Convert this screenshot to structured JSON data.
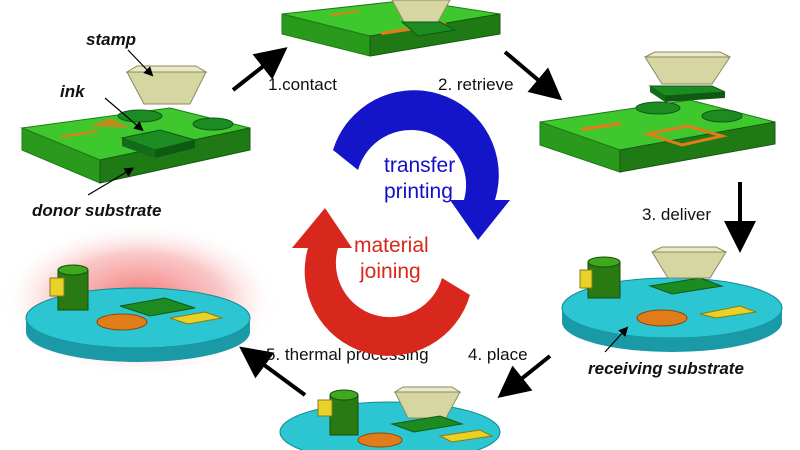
{
  "labels": {
    "stamp": "stamp",
    "ink": "ink",
    "donor_substrate": "donor substrate",
    "receiving_substrate": "receiving substrate"
  },
  "steps": {
    "contact": "1.contact",
    "retrieve": "2. retrieve",
    "deliver": "3. deliver",
    "place": "4. place",
    "thermal": "5. thermal processing"
  },
  "cycle": {
    "blue_line1": "transfer",
    "blue_line2": "printing",
    "red_line1": "material",
    "red_line2": "joining"
  },
  "colors": {
    "blue_arrow": "#1414c8",
    "red_arrow": "#d8281e",
    "donor_green": "#3fc82e",
    "receiving_cyan": "#2cc6d2",
    "stamp_khaki": "#d6d6a2",
    "ink_green": "#1c8c22",
    "ink_orange": "#e07d1a"
  }
}
